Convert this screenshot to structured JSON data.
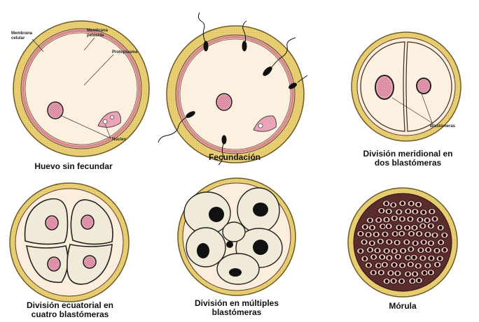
{
  "stages": [
    {
      "caption_lines": [
        "Huevo sin fecundar"
      ]
    },
    {
      "caption_lines": [
        "Fecundación"
      ]
    },
    {
      "caption_lines": [
        "División meridional en",
        "dos blastómeras"
      ]
    },
    {
      "caption_lines": [
        "División ecuatorial en",
        "cuatro blastómeras"
      ]
    },
    {
      "caption_lines": [
        "División en múltiples",
        "blastómeras"
      ]
    },
    {
      "caption_lines": [
        "Mórula"
      ]
    }
  ],
  "labels": {
    "cell_membrane": [
      "Membrana",
      "celular"
    ],
    "pellucid_membrane": [
      "Membrana",
      "pelúcida"
    ],
    "protoplasm": "Protoplasma",
    "nucleus": "Núcleo",
    "blastomeres": "Blastómeras"
  },
  "colors": {
    "zona": "#e9cf72",
    "zona_stroke": "#6b5a22",
    "pink_membrane": "#d98a8a",
    "cytoplasm": "#fbeedd",
    "blastomere": "#f0ead8",
    "nucleus_pink": "#eba3b8",
    "nucleus_dark": "#111111",
    "morula": "#5a2c2c"
  }
}
